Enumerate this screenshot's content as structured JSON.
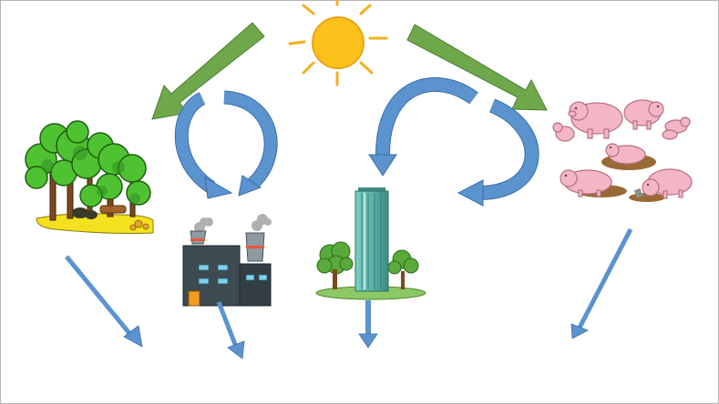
{
  "colors": {
    "background": "#ffffff",
    "frame": "#b5b5b5",
    "sun_body": "#fcc21b",
    "sun_outline": "#e8a317",
    "sun_ray": "#f2b01e",
    "energy_arrow": "#6fa84a",
    "energy_arrow_outline": "#4e7e33",
    "cycle_arrow": "#5b93cf",
    "cycle_arrow_outline": "#3c6fa5",
    "output_arrow": "#5b93cf",
    "tree_foliage": "#4fc232",
    "tree_foliage_dark": "#2f8f22",
    "tree_trunk": "#7a4a1c",
    "ground_yellow": "#f4e01e",
    "factory_body": "#3d4a52",
    "factory_window": "#7fd0e8",
    "factory_door": "#f39c23",
    "smoke": "#a8a8a8",
    "skyscraper": "#5bb3a8",
    "skyscraper_dark": "#3f8c82",
    "lawn": "#8cc864",
    "pig": "#f4b6c6",
    "pig_outline": "#b5707f",
    "mud": "#9a6a36"
  },
  "nodes": [
    {
      "id": "sun",
      "icon": "sun-icon"
    },
    {
      "id": "forest",
      "icon": "forest-icon"
    },
    {
      "id": "factory",
      "icon": "factory-icon"
    },
    {
      "id": "city",
      "icon": "skyscraper-icon"
    },
    {
      "id": "livestock",
      "icon": "pigs-icon"
    }
  ],
  "edges": [
    {
      "from": "sun",
      "to": "forest",
      "kind": "energy"
    },
    {
      "from": "sun",
      "to": "livestock",
      "kind": "energy"
    },
    {
      "from": "forest",
      "to": "factory",
      "kind": "cycle"
    },
    {
      "from": "factory",
      "to": "forest",
      "kind": "cycle"
    },
    {
      "from": "livestock",
      "to": "city",
      "kind": "cycle"
    },
    {
      "from": "city",
      "to": "livestock",
      "kind": "cycle"
    },
    {
      "from": "forest",
      "to": "output",
      "kind": "output"
    },
    {
      "from": "factory",
      "to": "output",
      "kind": "output"
    },
    {
      "from": "city",
      "to": "output",
      "kind": "output"
    },
    {
      "from": "livestock",
      "to": "output",
      "kind": "output"
    }
  ]
}
